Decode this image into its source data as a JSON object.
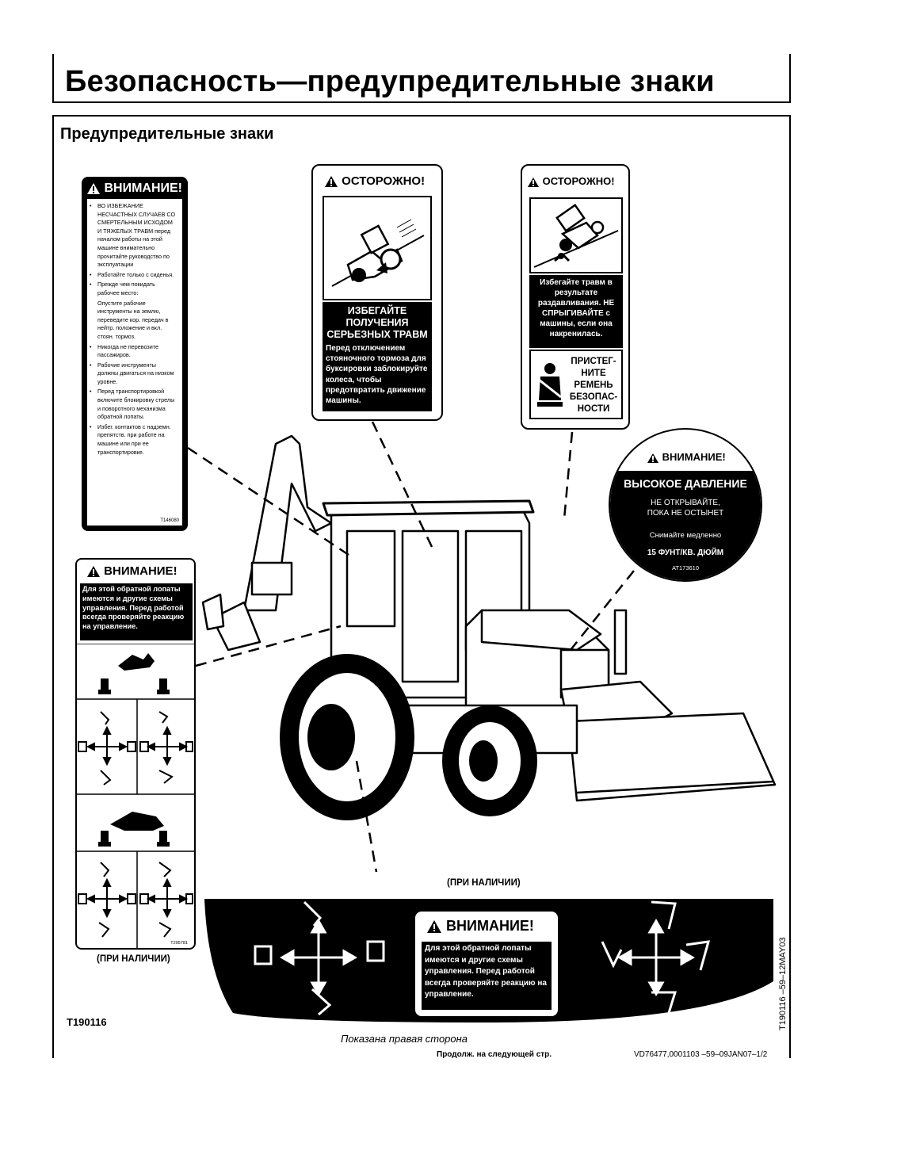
{
  "page": {
    "title": "Безопасность—предупредительные знаки",
    "section_title": "Предупредительные знаки"
  },
  "decal_left_tall": {
    "header": "ВНИМАНИЕ!",
    "items": [
      "ВО ИЗБЕЖАНИЕ НЕСЧАСТНЫХ СЛУЧАЕВ СО СМЕРТЕЛЬНЫМ ИСХОДОМ И ТЯЖЕЛЫХ ТРАВМ перед началом работы на этой машине внимательно прочитайте руководство по эксплуатации",
      "Работайте только с сиденья.",
      "Прежде чем покидать рабочее место:",
      "Опустите рабочие инструменты на землю, переведите кор. передач в нейтр. положение и вкл. стоян. тормоз.",
      "Никогда не перевозите пассажиров.",
      "Рабочие инструменты должны двигаться на низком уровне.",
      "Перед транспортировкой включите блокировку стрелы и поворотного механизма обратной лопаты.",
      "Избег. контактов с надземн. препятств. при работе на машине или при ее транспортировке."
    ],
    "code": "T146080"
  },
  "decal_caution_tow": {
    "header": "ОСТОРОЖНО!",
    "line1": "ИЗБЕГАЙТЕ",
    "line2": "ПОЛУЧЕНИЯ",
    "line3": "СЕРЬЕЗНЫХ ТРАВМ",
    "body": "Перед отключением стояночного тормоза для буксировки заблокируйте колеса, чтобы предотвратить движение машины."
  },
  "decal_caution_rollover": {
    "header": "ОСТОРОЖНО!",
    "body": "Избегайте травм в результате раздавливания. НЕ СПРЫГИВАЙТЕ с машины, если она накренилась.",
    "belt": "ПРИСТЕГ-НИТЕ РЕМЕНЬ БЕЗОПАС-НОСТИ"
  },
  "decal_pressure": {
    "header": "ВНИМАНИЕ!",
    "title": "ВЫСОКОЕ ДАВЛЕНИЕ",
    "line1": "НЕ ОТКРЫВАЙТЕ,",
    "line2": "ПОКА НЕ ОСТЫНЕТ",
    "line3": "Снимайте медленно",
    "line4": "15 ФУНТ/КВ. ДЮЙМ",
    "code": "AT173610"
  },
  "decal_controls_left": {
    "header": "ВНИМАНИЕ!",
    "body": "Для этой обратной лопаты имеются и другие схемы управления. Перед работой всегда проверяйте реакцию на управление.",
    "code": "T205781",
    "caption": "(ПРИ НАЛИЧИИ)"
  },
  "decal_controls_bottom": {
    "caption": "(ПРИ НАЛИЧИИ)",
    "header": "ВНИМАНИЕ!",
    "body": "Для этой обратной лопаты имеются и другие схемы управления. Перед работой всегда проверяйте реакцию на управление."
  },
  "figure": {
    "id": "T190116",
    "side_code": "T190116 –59–12MAY03",
    "caption": "Показана правая сторона"
  },
  "footer": {
    "continued": "Продолж. на следующей стр.",
    "ref": "VD76477,0001103  –59–09JAN07–1/2"
  }
}
